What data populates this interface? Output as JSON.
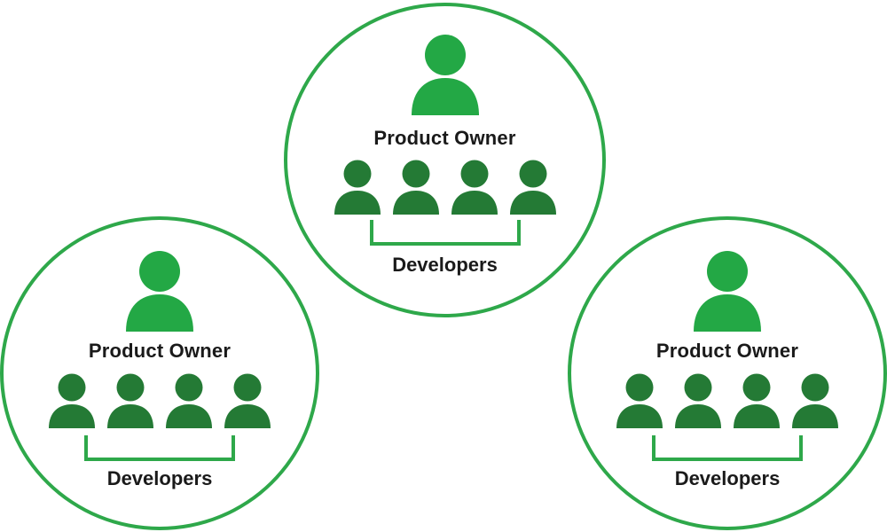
{
  "colors": {
    "circle_border": "#2ea84a",
    "product_owner_icon": "#23a845",
    "developer_icon": "#247a35",
    "bracket": "#2ea84a",
    "text": "#1a1a1a"
  },
  "icons": {
    "product_owner": "person-icon",
    "developer": "person-icon",
    "group_bracket": "bracket"
  },
  "teams": [
    {
      "product_owner_label": "Product Owner",
      "developers_label": "Developers",
      "developer_count": 4
    },
    {
      "product_owner_label": "Product Owner",
      "developers_label": "Developers",
      "developer_count": 4
    },
    {
      "product_owner_label": "Product Owner",
      "developers_label": "Developers",
      "developer_count": 4
    }
  ]
}
